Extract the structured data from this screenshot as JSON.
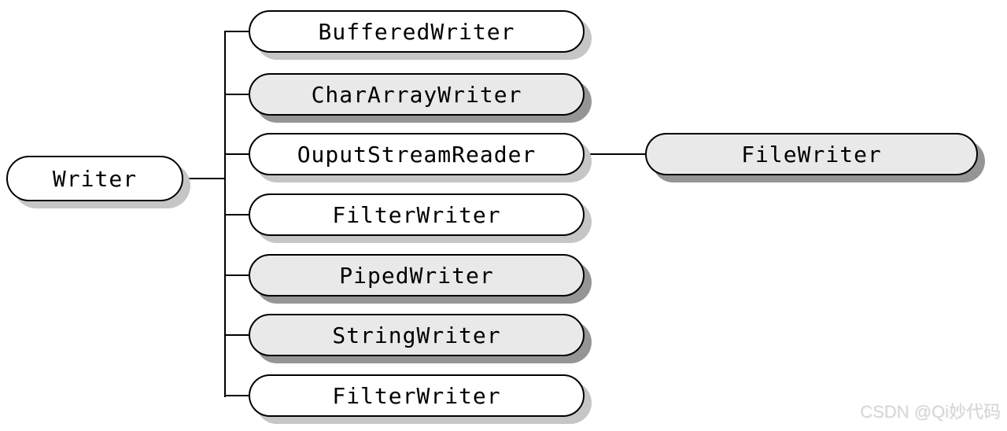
{
  "diagram": {
    "description": "Writer class hierarchy diagram",
    "watermark": "CSDN @Qi妙代码"
  },
  "colors": {
    "background": "#ffffff",
    "node_fill": "#ffffff",
    "node_fill_shaded": "#e9e9e9",
    "node_border": "#000000",
    "shadow_under_white": "#c6c6c6",
    "shadow_under_shaded": "#959595",
    "line": "#000000",
    "watermark_text": "#d6d6d6"
  },
  "nodes": [
    {
      "id": "writer",
      "label": "Writer",
      "shaded": false
    },
    {
      "id": "buffered-writer",
      "label": "BufferedWriter",
      "shaded": false
    },
    {
      "id": "char-array-writer",
      "label": "CharArrayWriter",
      "shaded": true
    },
    {
      "id": "ouput-stream-reader",
      "label": "OuputStreamReader",
      "shaded": false
    },
    {
      "id": "filter-writer-1",
      "label": "FilterWriter",
      "shaded": false
    },
    {
      "id": "piped-writer",
      "label": "PipedWriter",
      "shaded": true
    },
    {
      "id": "string-writer",
      "label": "StringWriter",
      "shaded": true
    },
    {
      "id": "filter-writer-2",
      "label": "FilterWriter",
      "shaded": false
    },
    {
      "id": "file-writer",
      "label": "FileWriter",
      "shaded": true
    }
  ],
  "edges": [
    {
      "from": "writer",
      "to": "buffered-writer"
    },
    {
      "from": "writer",
      "to": "char-array-writer"
    },
    {
      "from": "writer",
      "to": "ouput-stream-reader"
    },
    {
      "from": "writer",
      "to": "filter-writer-1"
    },
    {
      "from": "writer",
      "to": "piped-writer"
    },
    {
      "from": "writer",
      "to": "string-writer"
    },
    {
      "from": "writer",
      "to": "filter-writer-2"
    },
    {
      "from": "ouput-stream-reader",
      "to": "file-writer"
    }
  ]
}
